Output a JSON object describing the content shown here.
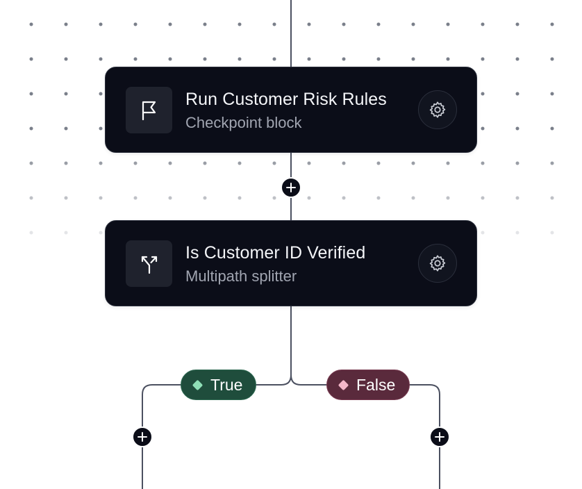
{
  "colors": {
    "card_bg": "#0b0d18",
    "line": "#4b5060",
    "true_pill": "#1f4d3c",
    "false_pill": "#5a2a3c"
  },
  "nodes": [
    {
      "title": "Run Customer Risk Rules",
      "subtitle": "Checkpoint block",
      "icon": "flag-icon",
      "action_icon": "gear-icon"
    },
    {
      "title": "Is Customer ID Verified",
      "subtitle": "Multipath splitter",
      "icon": "branch-split-icon",
      "action_icon": "gear-icon"
    }
  ],
  "branches": [
    {
      "label": "True",
      "icon": "diamond-icon"
    },
    {
      "label": "False",
      "icon": "diamond-icon"
    }
  ],
  "add_step_icon": "plus-icon"
}
